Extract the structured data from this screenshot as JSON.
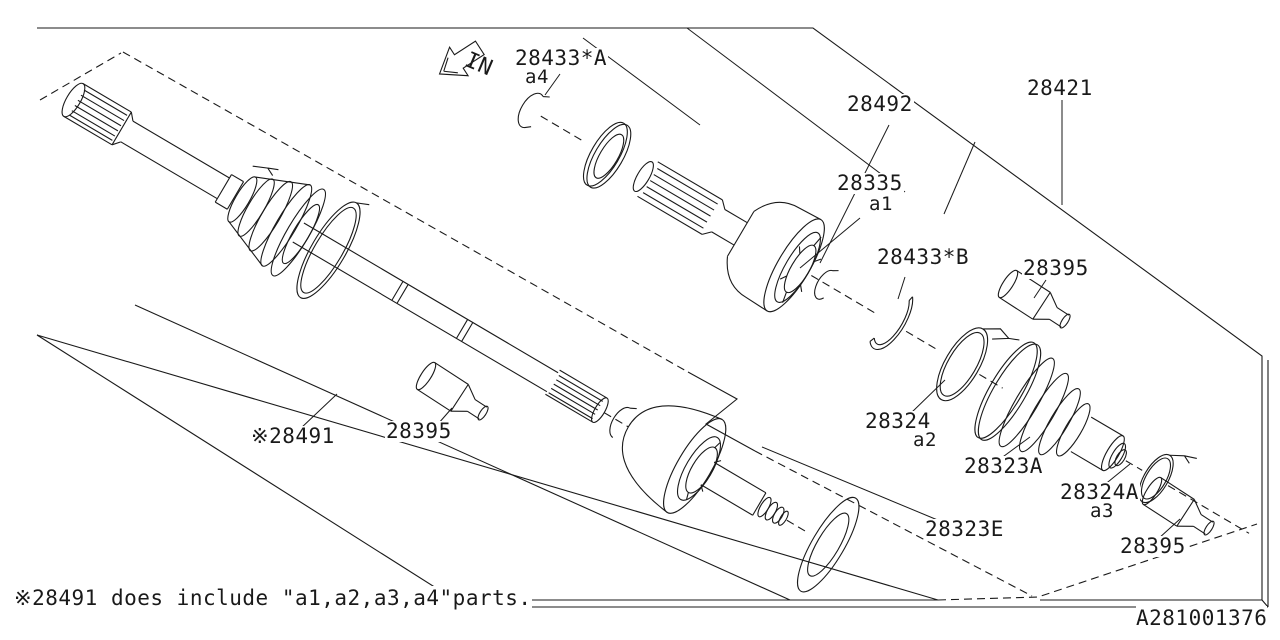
{
  "diagram": {
    "type": "exploded-parts-diagram",
    "doc_number": "A281001376",
    "in_marker": "IN",
    "footnote": "※28491 does include \"a1,a2,a3,a4\"parts.",
    "colors": {
      "line": "#1a1a1a",
      "background": "#ffffff"
    }
  },
  "labels": [
    {
      "text": "28433*A"
    },
    {
      "text": "a4"
    },
    {
      "text": "28492"
    },
    {
      "text": "28421"
    },
    {
      "text": "28335"
    },
    {
      "text": "a1"
    },
    {
      "text": "28433*B"
    },
    {
      "text": "28395"
    },
    {
      "text": "※28491"
    },
    {
      "text": "28395"
    },
    {
      "text": "28324"
    },
    {
      "text": "a2"
    },
    {
      "text": "28323A"
    },
    {
      "text": "28324A"
    },
    {
      "text": "a3"
    },
    {
      "text": "28323E"
    },
    {
      "text": "28395"
    }
  ]
}
